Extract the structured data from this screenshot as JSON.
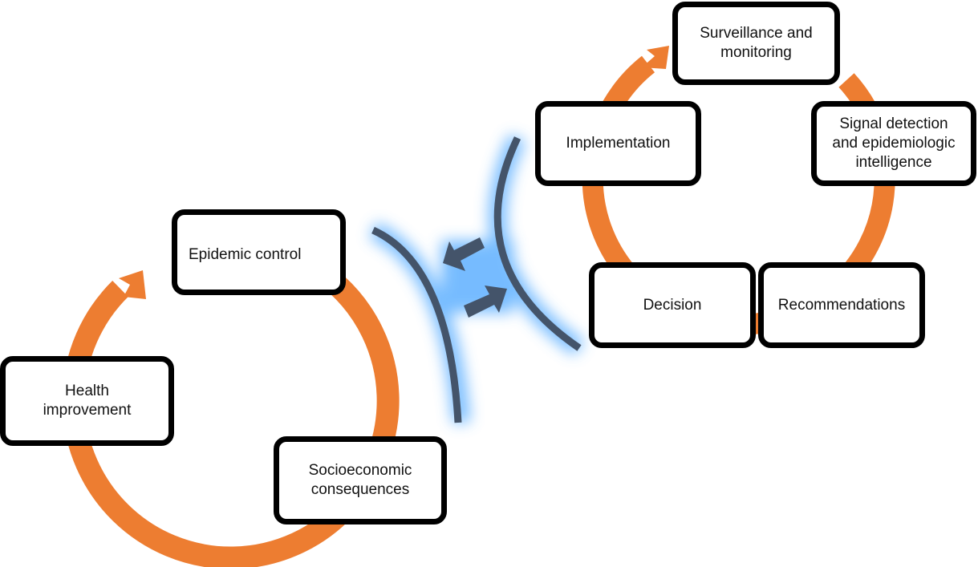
{
  "colors": {
    "cycle_arrow": "#ED7D31",
    "connector": "#44546A",
    "glow": "#5FB0FF",
    "box_border": "#000000",
    "text": "#111111"
  },
  "right_cycle": {
    "name": "surveillance-cycle",
    "steps": [
      {
        "id": "surveillance",
        "label": "Surveillance and\nmonitoring"
      },
      {
        "id": "signal",
        "label": "Signal detection\nand epidemiologic\nintelligence"
      },
      {
        "id": "recommendations",
        "label": "Recommendations"
      },
      {
        "id": "decision",
        "label": "Decision"
      },
      {
        "id": "implementation",
        "label": "Implementation"
      }
    ]
  },
  "left_cycle": {
    "name": "epidemic-cycle",
    "steps": [
      {
        "id": "epidemic-control",
        "label": "Epidemic control"
      },
      {
        "id": "socioeconomic",
        "label": "Socioeconomic\nconsequences"
      },
      {
        "id": "health",
        "label": "Health\nimprovement"
      }
    ]
  },
  "interface": {
    "arrows": [
      "right-to-left",
      "left-to-right"
    ]
  }
}
